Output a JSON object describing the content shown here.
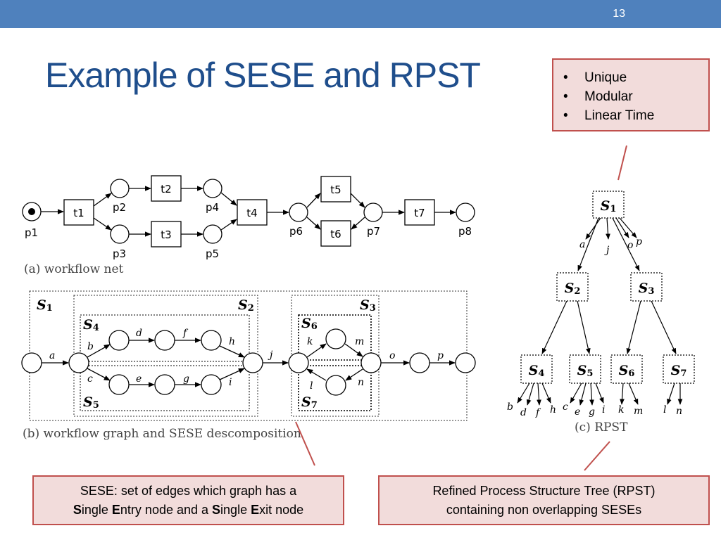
{
  "slide": {
    "number": "13",
    "title": "Example of SESE and RPST"
  },
  "bullets": [
    "Unique",
    "Modular",
    "Linear Time"
  ],
  "captions": {
    "a": "(a) workflow net",
    "b": "(b) workflow graph and SESE descomposition",
    "c": "(c) RPST"
  },
  "callouts": {
    "sese": {
      "line1": "SESE: set of edges which graph has a",
      "parts": [
        {
          "b": "S",
          "t": "ingle "
        },
        {
          "b": "E",
          "t": "ntry node and a "
        },
        {
          "b": "S",
          "t": "ingle "
        },
        {
          "b": "E",
          "t": "xit node"
        }
      ]
    },
    "rpst": {
      "line1": "Refined Process Structure Tree (RPST)",
      "line2": "containing non overlapping SESEs"
    }
  },
  "workflow_net": {
    "transitions": [
      "t1",
      "t2",
      "t3",
      "t4",
      "t5",
      "t6",
      "t7"
    ],
    "places": [
      "p1",
      "p2",
      "p3",
      "p4",
      "p5",
      "p6",
      "p7",
      "p8"
    ]
  },
  "workflow_graph": {
    "regions": [
      "S1",
      "S2",
      "S3",
      "S4",
      "S5",
      "S6",
      "S7"
    ],
    "edges": [
      "a",
      "b",
      "c",
      "d",
      "e",
      "f",
      "g",
      "h",
      "i",
      "j",
      "k",
      "l",
      "m",
      "n",
      "o",
      "p"
    ]
  },
  "rpst": {
    "nodes": [
      "S1",
      "S2",
      "S3",
      "S4",
      "S5",
      "S6",
      "S7"
    ],
    "leaves": [
      "a",
      "j",
      "o",
      "p",
      "b",
      "d",
      "f",
      "h",
      "c",
      "e",
      "g",
      "i",
      "k",
      "m",
      "l",
      "n"
    ]
  }
}
